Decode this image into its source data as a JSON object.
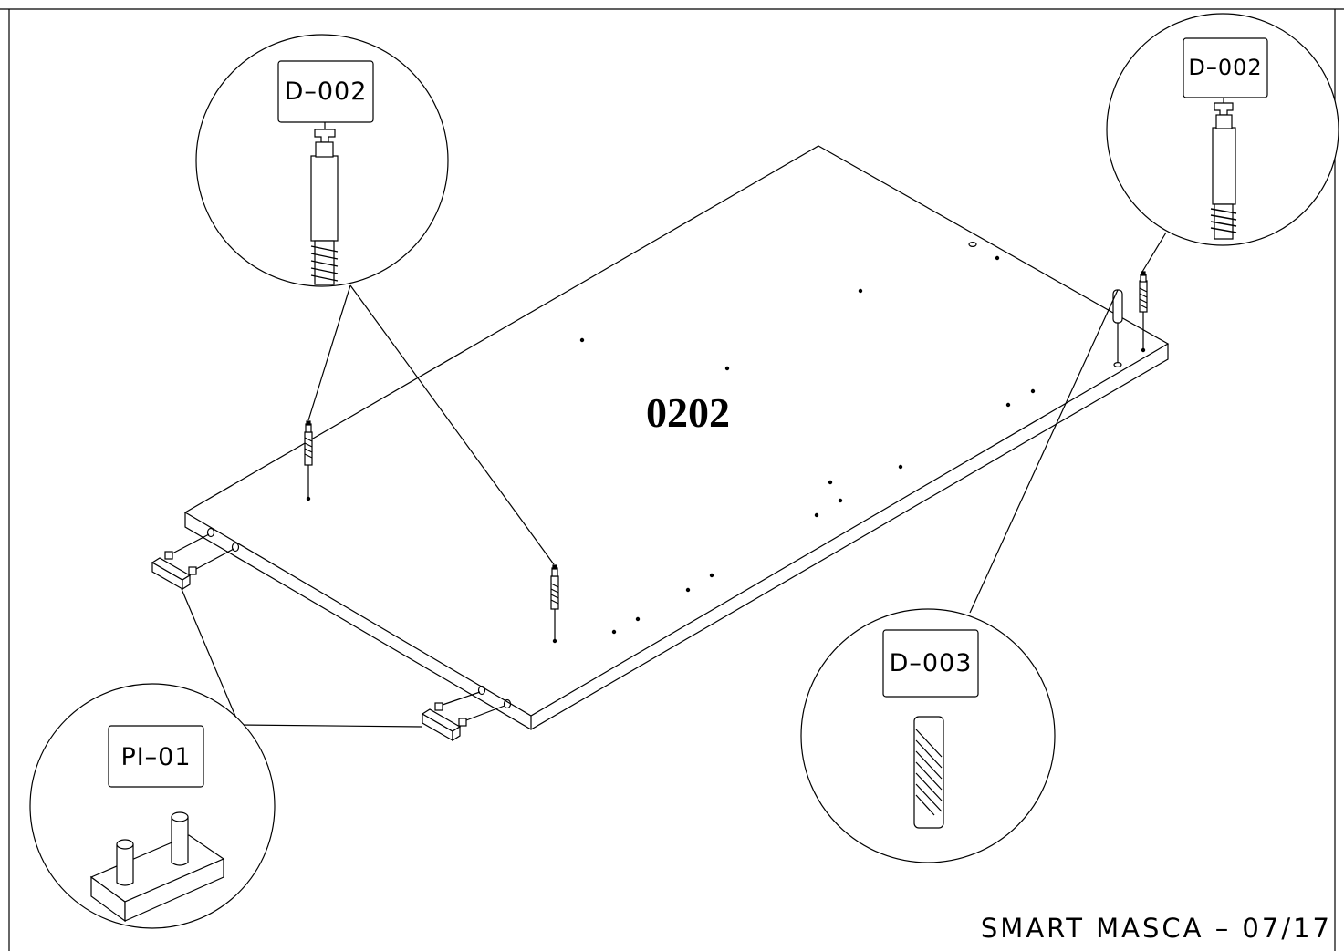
{
  "drawing": {
    "panel_label": "0202",
    "footer": "SMART MASCA – 07/17",
    "callouts": {
      "top_left": "D–002",
      "top_right": "D–002",
      "bottom_right": "D–003",
      "bottom_left": "PI–01"
    },
    "line_color": "#000000",
    "background": "#ffffff"
  }
}
